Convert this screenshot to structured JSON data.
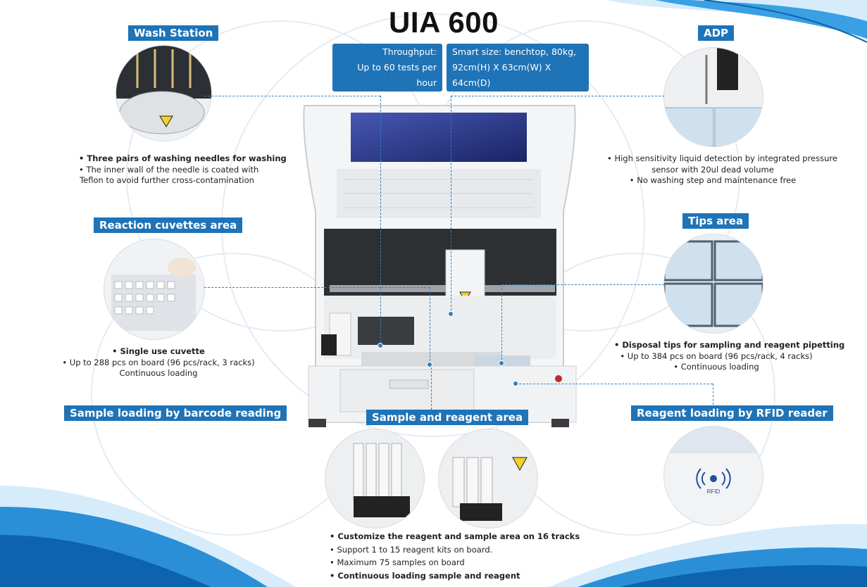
{
  "title": "UIA 600",
  "info_boxes": {
    "throughput_line1": "Throughput:",
    "throughput_line2": "Up to 60 tests per hour",
    "size_line1": "Smart size: benchtop, 80kg,",
    "size_line2": "92cm(H) X 63cm(W) X 64cm(D)"
  },
  "wash_station": {
    "tag": "Wash Station",
    "note1": "• Three pairs of washing needles for washing",
    "note2": "• The inner wall of the needle is coated with",
    "note3": "Teflon to avoid further cross-contamination"
  },
  "reaction_cuvettes": {
    "tag": "Reaction cuvettes area",
    "note1": "• Single use cuvette",
    "note2": "• Up to 288 pcs on board (96 pcs/rack, 3 racks)",
    "note3": "Continuous loading"
  },
  "sample_barcode": {
    "tag": "Sample loading by barcode reading"
  },
  "adp": {
    "tag": "ADP",
    "note1": "• High sensitivity liquid detection by integrated pressure",
    "note2": "sensor with 20ul dead volume",
    "note3": "• No washing step and maintenance free"
  },
  "tips_area": {
    "tag": "Tips area",
    "note1": "• Disposal tips for sampling and reagent pipetting",
    "note2": "• Up to 384 pcs on board (96 pcs/rack, 4 racks)",
    "note3": "• Continuous loading"
  },
  "reagent_rfid": {
    "tag": "Reagent loading by RFID reader",
    "rfid_label": "RFID"
  },
  "sample_reagent": {
    "tag": "Sample and reagent area",
    "note1": "• Customize the reagent and sample area on 16 tracks",
    "note2": "• Support 1 to 15 reagent kits on board.",
    "note3": "• Maximum 75 samples on board",
    "note4": "• Continuous loading sample and reagent"
  },
  "colors": {
    "accent": "#1f73b7",
    "wave": "#2a8fd6"
  }
}
